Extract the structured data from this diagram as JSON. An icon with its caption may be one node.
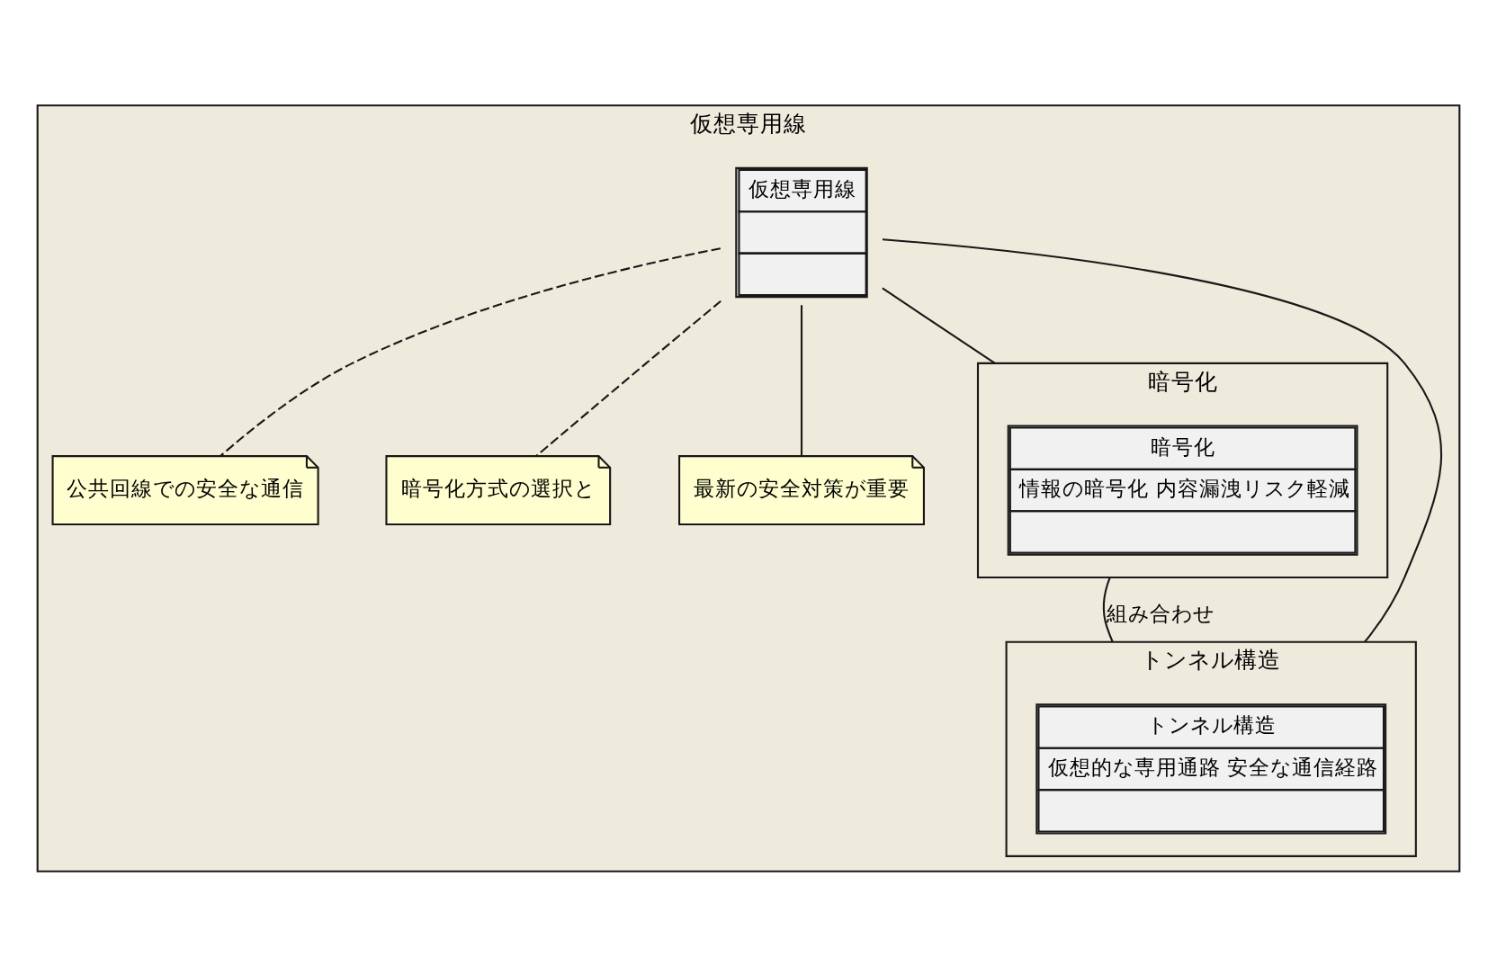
{
  "diagram": {
    "nodes": [
      {
        "text": [
          "仮想専用線"
        ]
      },
      {
        "text": [
          "仮想専用線"
        ],
        "in": 0
      },
      {
        "text": [
          "公共回線での安全な通信"
        ],
        "in": 0
      },
      {
        "text": [
          "暗号化方式の選択と"
        ],
        "in": 0
      },
      {
        "text": [
          "最新の安全対策が重要"
        ],
        "in": 0
      },
      {
        "text": [
          "暗号化"
        ],
        "in": 0
      },
      {
        "text": [
          "暗号化",
          "情報の暗号化 内容漏洩リスク軽減"
        ],
        "in": 5
      },
      {
        "text": [
          "トンネル構造"
        ],
        "in": 0
      },
      {
        "text": [
          "トンネル構造",
          "仮想的な専用通路 安全な通信経路"
        ],
        "in": 7
      }
    ],
    "edges": [
      {
        "from": 1,
        "to": 2,
        "arrow": "none",
        "style": "dashed"
      },
      {
        "from": 1,
        "to": 3,
        "arrow": "none",
        "style": "dashed"
      },
      {
        "from": 1,
        "to": 4,
        "arrow": "none"
      },
      {
        "from": 1,
        "to": 5,
        "arrow": "none"
      },
      {
        "from": 1,
        "to": 7,
        "arrow": "none"
      },
      {
        "from": 5,
        "to": 7,
        "arrow": "none",
        "label": "組み合わせ"
      }
    ]
  }
}
